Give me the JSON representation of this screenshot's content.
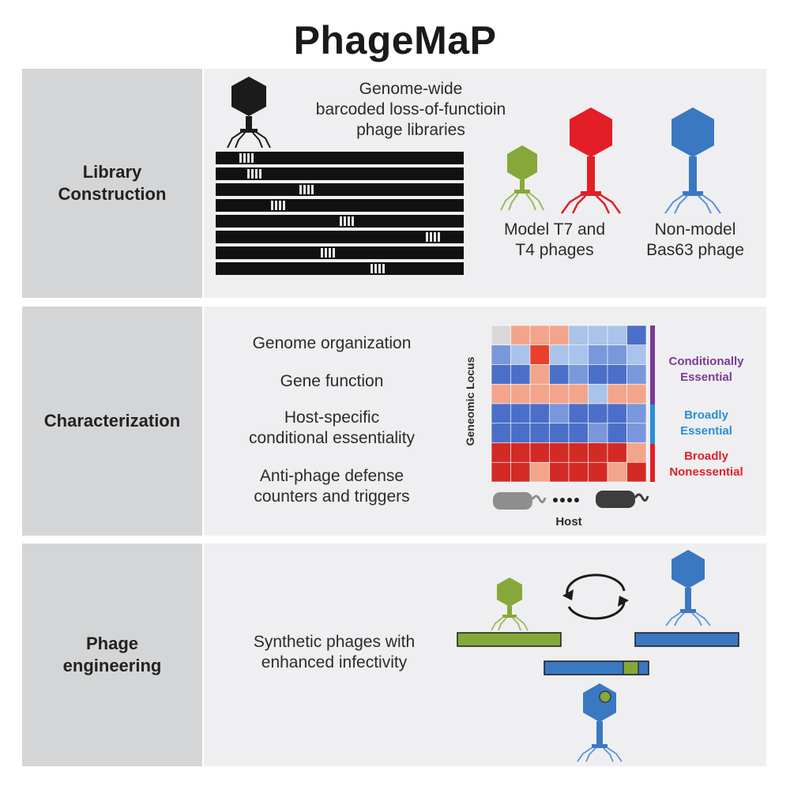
{
  "title": "PhageMaP",
  "sections": [
    {
      "label": "Library\nConstruction"
    },
    {
      "label": "Characterization"
    },
    {
      "label": "Phage\nengineering"
    }
  ],
  "library": {
    "heading": "Genome-wide\nbarcoded loss-of-functioin\nphage libraries",
    "model_caption": "Model T7 and\nT4 phages",
    "nonmodel_caption": "Non-model\nBas63 phage",
    "colors": {
      "model_t4": "#86a83a",
      "model_t7": "#e31e26",
      "nonmodel": "#3a78c2",
      "library_phage": "#1b1b1b"
    }
  },
  "characterization": {
    "items": [
      "Genome organization",
      "Gene function",
      "Host-specific\nconditional essentiality",
      "Anti-phage defense\ncounters and triggers"
    ],
    "y_axis_label": "Geneomic Locus",
    "x_axis_label": "Host",
    "legend": [
      {
        "label": "Conditionally\nEssential",
        "color": "#7b3a96"
      },
      {
        "label": "Broadly\nEssential",
        "color": "#2a8fd6"
      },
      {
        "label": "Broadly\nNonessential",
        "color": "#e02027"
      }
    ],
    "heatmap_colors": {
      "gray": "#d9d9d9",
      "salmon": "#f3a58c",
      "red": "#e8402c",
      "lightblue": "#a9c3ea",
      "blue": "#4b6fc9",
      "midblue": "#7a97dc",
      "darkred": "#d42a25"
    }
  },
  "engineering": {
    "text": "Synthetic phages with\nenhanced infectivity"
  }
}
